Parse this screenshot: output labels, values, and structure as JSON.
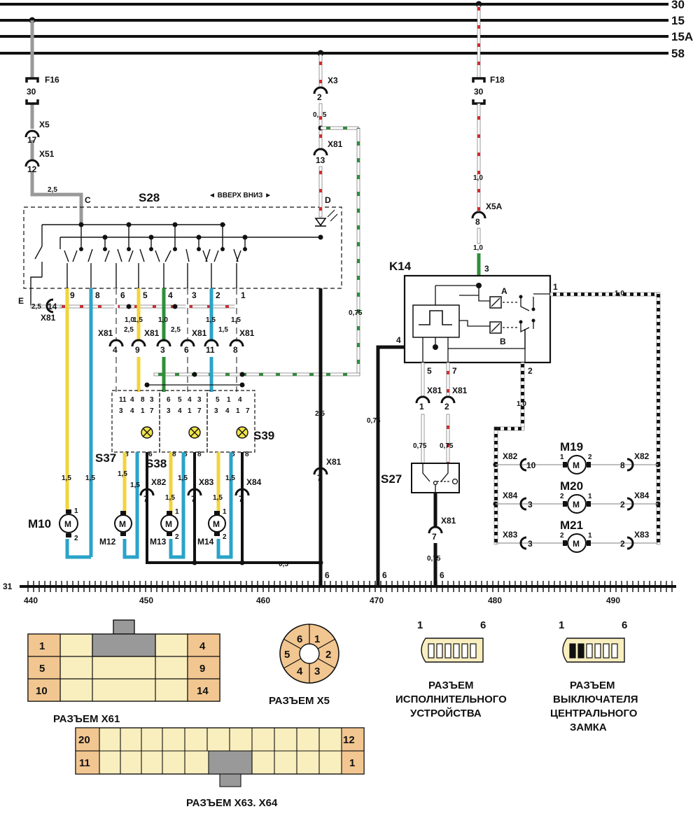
{
  "bus_lines": [
    "30",
    "15",
    "15A",
    "58"
  ],
  "ground": {
    "label": "31",
    "ticks": [
      "440",
      "450",
      "460",
      "470",
      "480",
      "490"
    ],
    "junctions": [
      "6",
      "6",
      "6"
    ]
  },
  "components": {
    "S28": "S28",
    "K14": "K14",
    "S27": "S27",
    "S37": "S37",
    "S38": "S38",
    "S39": "S39",
    "M10": "M10",
    "M12": "M12",
    "M13": "M13",
    "M14": "M14",
    "M19": "M19",
    "M20": "M20",
    "M21": "M21",
    "F16": "F16",
    "F18": "F18"
  },
  "s28_direction": "◄ ВВЕРХ ВНИЗ ►",
  "k14_labels": {
    "A": "A",
    "B": "B"
  },
  "switch_letters": {
    "C": "C",
    "D": "D",
    "E": "E"
  },
  "fuse_pins": {
    "f16": "30",
    "f18": "30"
  },
  "connectors": {
    "x5": {
      "name": "X5",
      "pin": "17"
    },
    "x51": {
      "name": "X51",
      "pin": "12"
    },
    "x3": {
      "name": "X3",
      "pin": "2"
    },
    "x81_13": {
      "name": "X81",
      "pin": "13"
    },
    "x5a": {
      "name": "X5A",
      "pin": "8"
    },
    "x81_14": {
      "name": "X81",
      "pin": "14"
    },
    "x81_4": {
      "name": "X81",
      "pin": "4"
    },
    "x81_9": {
      "name": "X81",
      "pin": "9"
    },
    "x81_3": {
      "name": "X81",
      "pin": "3"
    },
    "x81_6": {
      "name": "X81",
      "pin": "6"
    },
    "x81_11": {
      "name": "X81",
      "pin": "11"
    },
    "x81_8": {
      "name": "X81",
      "pin": "8"
    },
    "x81_7a": {
      "name": "X81",
      "pin": "7"
    },
    "x82_7": {
      "name": "X82",
      "pin": "7"
    },
    "x83_7": {
      "name": "X83",
      "pin": "7"
    },
    "x84_7": {
      "name": "X84",
      "pin": "7"
    },
    "x81_1": {
      "name": "X81",
      "pin": "1"
    },
    "x81_2": {
      "name": "X81",
      "pin": "2"
    },
    "x81_7b": {
      "name": "X81",
      "pin": "7"
    },
    "x82_10": {
      "name": "X82",
      "pin": "10"
    },
    "x82_8": {
      "name": "X82",
      "pin": "8"
    },
    "x84_3": {
      "name": "X84",
      "pin": "3"
    },
    "x84_2": {
      "name": "X84",
      "pin": "2"
    },
    "x83_3": {
      "name": "X83",
      "pin": "3"
    },
    "x83_2": {
      "name": "X83",
      "pin": "2"
    }
  },
  "wire_sizes": {
    "w25a": "2,5",
    "w075a": "0,75",
    "w10a": "1,0",
    "w10b": "1,0",
    "w10c": "1,0",
    "w10d": "1,0",
    "w075b": "0,75",
    "w075c": "0,75",
    "w25b": "2,5",
    "w05": "0,5",
    "w075d": "0,75",
    "w075e": "0,75",
    "w075f": "0,75",
    "w075g": "0,75",
    "w25s": "2,5",
    "m10a": "1,5",
    "m10b": "1,5",
    "m12a": "1,5",
    "m12b": "1,5",
    "m13a": "1,5",
    "m13b": "1,5",
    "m14a": "1,5",
    "m14b": "1,5",
    "s1": "1,0",
    "s2": "1,5",
    "s3": "1,0",
    "s4": "2,5",
    "s5": "1,5",
    "s6": "1,5",
    "s7": "2,5",
    "s8": "1,5"
  },
  "s28_pins": [
    "9",
    "8",
    "6",
    "5",
    "4",
    "3",
    "2",
    "1"
  ],
  "k14_pins": {
    "p1": "1",
    "p2": "2",
    "p3": "3",
    "p4": "4",
    "p5": "5",
    "p7": "7"
  },
  "motor_pins": {
    "one": "1",
    "two": "2"
  },
  "door_switch_pins": {
    "s37_top": [
      "11",
      "4",
      "8",
      "3"
    ],
    "s37_mid": [
      "3",
      "4",
      "1",
      "7"
    ],
    "s38_top": [
      "6",
      "5",
      "4",
      "3"
    ],
    "s38_mid": [
      "3",
      "4",
      "1",
      "7"
    ],
    "s39_top": [
      "5",
      "1",
      "4"
    ],
    "s39_mid": [
      "3",
      "4",
      "1",
      "7"
    ],
    "bottom": [
      "8",
      "6",
      "8",
      "5",
      "8",
      "5",
      "8"
    ]
  },
  "x61": {
    "caption": "РАЗЪЕМ X61",
    "pins": [
      "1",
      "4",
      "5",
      "9",
      "10",
      "14"
    ]
  },
  "x5": {
    "caption": "РАЗЪЕМ X5",
    "pins": [
      "6",
      "1",
      "5",
      "2",
      "4",
      "3"
    ]
  },
  "x63": {
    "caption": "РАЗЪЕМ X63. X64",
    "pins": [
      "20",
      "12",
      "11",
      "1"
    ]
  },
  "actuator": {
    "caption_1": "РАЗЪЕМ",
    "caption_2": "ИСПОЛНИТЕЛЬНОГО",
    "caption_3": "УСТРОЙСТВА",
    "pin_a": "1",
    "pin_b": "6"
  },
  "lock_switch": {
    "caption_1": "РАЗЪЕМ",
    "caption_2": "ВЫКЛЮЧАТЕЛЯ",
    "caption_3": "ЦЕНТРАЛЬНОГО",
    "caption_4": "ЗАМКА",
    "pin_a": "1",
    "pin_b": "6"
  },
  "colors": {
    "yellow": "#f2d43c",
    "blue": "#2aa3c9",
    "red": "#d8292f",
    "green": "#2f8f3a",
    "black": "#111111",
    "grey": "#a9a9a9",
    "connector_fill": "#f9eebe",
    "connector_corner": "#f2c690",
    "connector_key": "#999999"
  }
}
